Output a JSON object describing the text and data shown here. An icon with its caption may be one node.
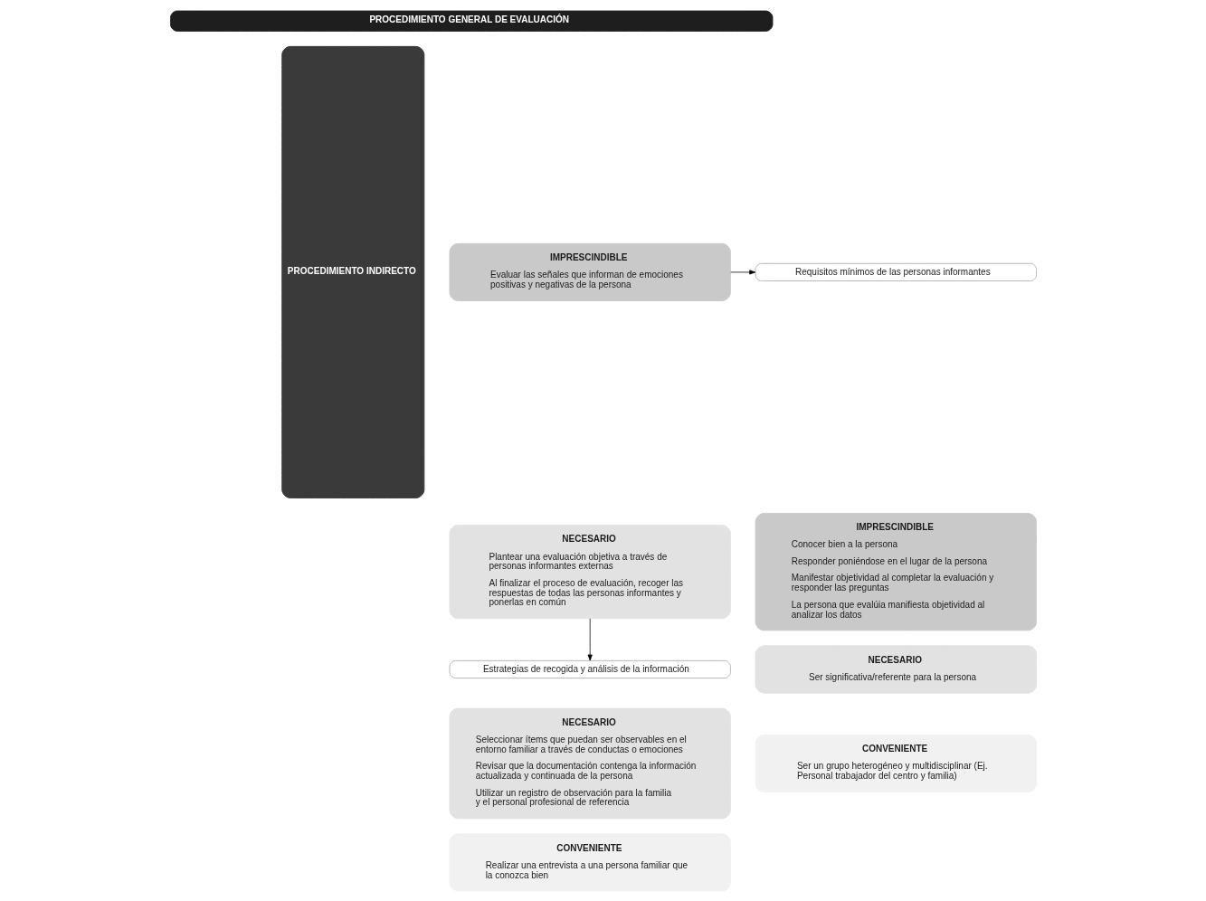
{
  "diagram": {
    "nodes": [
      {
        "text": [
          "PROCEDIMIENTO GENERAL DE EVALUACIÓN"
        ]
      },
      {
        "text": [
          "PROCEDIMIENTO INDIRECTO"
        ]
      },
      {
        "text": [
          "IMPRESCINDIBLE",
          "Evaluar las señales que informan de emociones positivas y negativas de la persona"
        ]
      },
      {
        "text": [
          "NECESARIO",
          "Plantear una evaluación objetiva a través de personas informantes externas",
          "Al finalizar el proceso de evaluación, recoger las respuestas de todas las personas informantes y ponerlas en común"
        ]
      },
      {
        "text": [
          "Estrategias de recogida y análisis de la información"
        ]
      },
      {
        "text": [
          "NECESARIO",
          "Seleccionar ítems que puedan ser observables en el entorno familiar a través de conductas o emociones",
          "Revisar que la documentación contenga la información actualizada y continuada de la persona",
          "Utilizar un registro de observación para la familia y el personal profesional de referencia"
        ]
      },
      {
        "text": [
          "CONVENIENTE",
          "Realizar una entrevista a una persona familiar que la conozca bien"
        ]
      },
      {
        "text": [
          "Requisitos mínimos de las personas informantes"
        ]
      },
      {
        "text": [
          "IMPRESCINDIBLE",
          "Conocer bien a la persona",
          "Responder poniéndose en el lugar de la persona",
          "Manifestar objetividad al completar la evaluación y responder las preguntas",
          "La persona que evalúia manifiesta objetividad al analizar los datos"
        ]
      },
      {
        "text": [
          "NECESARIO",
          "Ser significativa/referente para la persona"
        ]
      },
      {
        "text": [
          "CONVENIENTE",
          "Ser un grupo heterogéneo y multidisciplinar (Ej. Personal trabajador del centro y familia)"
        ]
      }
    ],
    "edges": [
      {
        "from": 2,
        "to": 7,
        "arrow": "to"
      },
      {
        "from": 3,
        "to": 4,
        "arrow": "to"
      }
    ]
  }
}
